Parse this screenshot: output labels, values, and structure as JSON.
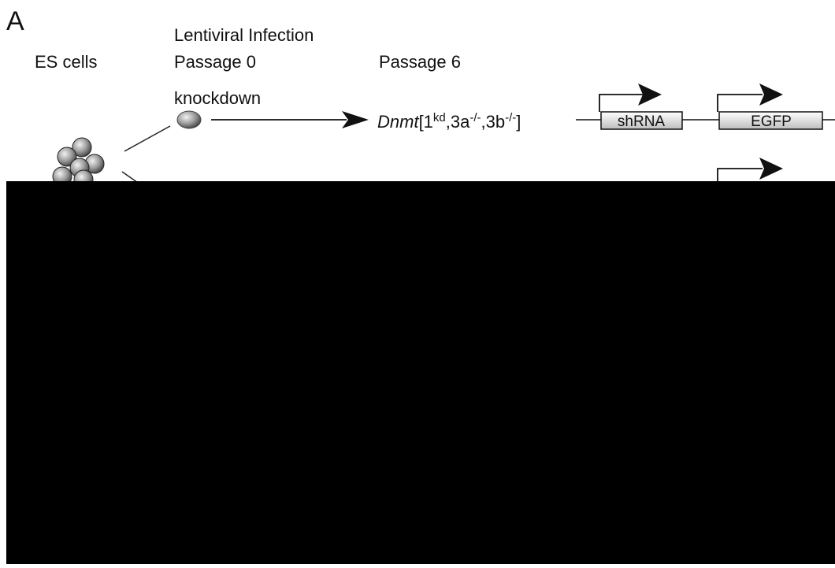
{
  "panel": {
    "letter": "A"
  },
  "labels": {
    "es_cells": "ES cells",
    "infection_line1": "Lentiviral Infection",
    "infection_line2": "Passage 0",
    "passage6": "Passage 6",
    "knockdown": "knockdown"
  },
  "genotype": {
    "gene_italic": "Dnmt",
    "bracket_open": "[1",
    "sup1": "kd",
    "part2": ",3a",
    "sup2": "-/-",
    "part3": ",3b",
    "sup3": "-/-",
    "bracket_close": "]"
  },
  "construct": {
    "box1_label": "shRNA",
    "box2_label": "EGFP"
  },
  "colors": {
    "ink": "#111111",
    "box_fill_top": "#ffffff",
    "box_fill_bottom": "#bdbdbd",
    "cell_light": "#f2f2f2",
    "cell_dark": "#5a5a5a",
    "redaction": "#000000"
  }
}
